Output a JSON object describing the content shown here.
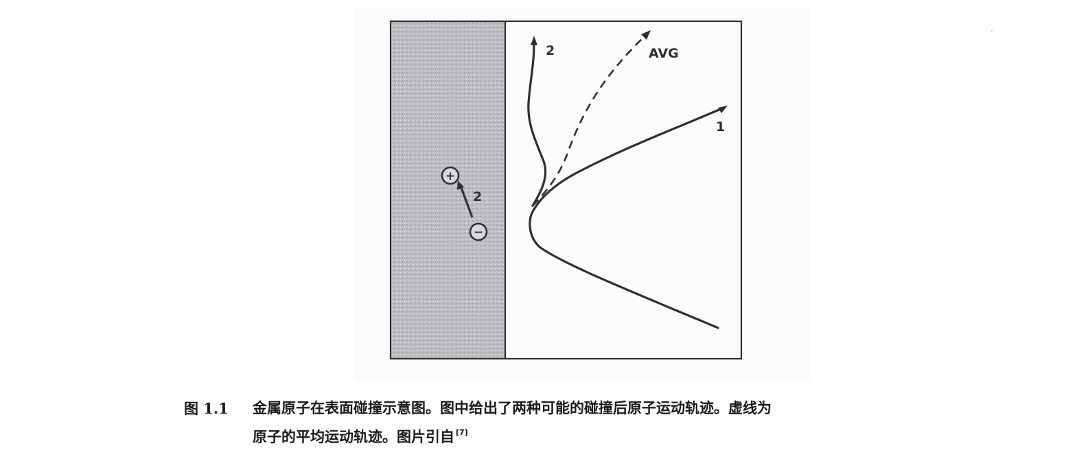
{
  "figure": {
    "labels": {
      "trajectory_2": "2",
      "avg": "AVG",
      "trajectory_1": "1",
      "dipole": "2",
      "plus": "+",
      "minus": "−"
    }
  },
  "caption": {
    "number": "图 1.1",
    "line1": "金属原子在表面碰撞示意图。图中给出了两种可能的碰撞后原子运动轨迹。虚线为",
    "line2": "原子的平均运动轨迹。图片引自",
    "reference": "[7]"
  },
  "colors": {
    "ink": "#2c2f33",
    "surface_fill": "#b9babd",
    "panel_background": "#fbfbfc"
  }
}
